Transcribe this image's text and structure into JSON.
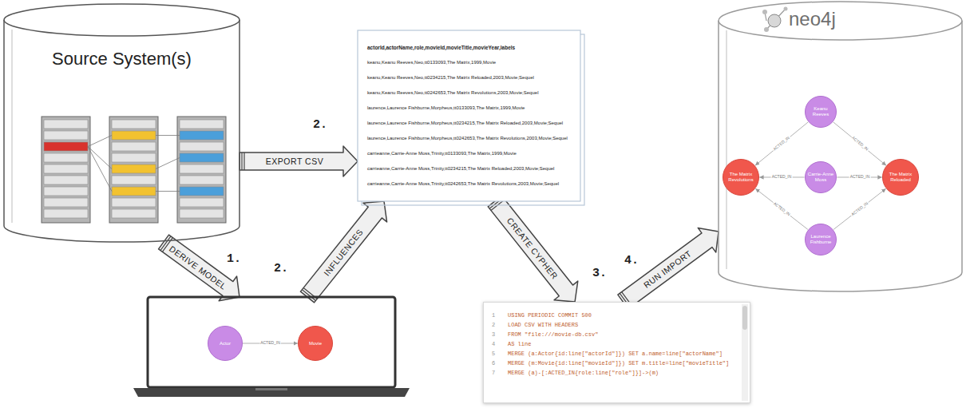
{
  "diagram": {
    "nodes": [
      {
        "text": [
          "Source System(s)"
        ]
      },
      {
        "text": [
          "actorId,actorName,role,movieId,movieTitle,movieYear,labels",
          "keanu,Keanu Reeves,Neo,tt0133093,The Matrix,1999,Movie",
          "keanu,Keanu Reeves,Neo,tt0234215,The Matrix Reloaded,2003,Movie;Sequel",
          "keanu,Keanu Reeves,Neo,tt0242653,The Matrix Revolutions,2003,Movie;Sequel",
          "laurence,Laurence Fishburne,Morpheus,tt0133093,The Matrix,1999,Movie",
          "laurence,Laurence Fishburne,Morpheus,tt0234215,The Matrix Reloaded,2003,Movie;Sequel",
          "laurence,Laurence Fishburne,Morpheus,tt0242653,The Matrix Revolutions,2003,Movie;Sequel",
          "carrieanne,Carrie-Anne Moss,Trinity,tt0133093,The Matrix,1999,Movie",
          "carrieanne,Carrie-Anne Moss,Trinity,tt0234215,The Matrix Reloaded,2003,Movie;Sequel",
          "carrieanne,Carrie-Anne Moss,Trinity,tt0242653,The Matrix Revolutions,2003,Movie;Sequel"
        ]
      },
      {
        "text": []
      },
      {
        "text": [
          "Actor"
        ],
        "in": 2
      },
      {
        "text": [
          "Movie"
        ],
        "in": 2
      },
      {
        "text": [
          "1",
          "USING PERIODIC COMMIT 500",
          "2",
          "LOAD CSV WITH HEADERS",
          "3",
          "FROM \"file:///movie-db.csv\"",
          "4",
          "AS line",
          "5",
          "MERGE (a:Actor{id:line[\"actorId\"]}) SET a.name=line[\"actorName\"]",
          "6",
          "MERGE (m:Movie{id:line[\"movieId\"]}) SET m.title=line[\"movieTitle\"]",
          "7",
          "MERGE (a)-[:ACTED_IN{role:line[\"role\"]}]->(m)"
        ]
      },
      {
        "text": [
          "neo4j"
        ]
      },
      {
        "text": [
          "Keanu Reeves"
        ],
        "in": 6
      },
      {
        "text": [
          "Carrie-Anne Moss"
        ],
        "in": 6
      },
      {
        "text": [
          "Laurence Fishburne"
        ],
        "in": 6
      },
      {
        "text": [
          "The Matrix Revolutions"
        ],
        "in": 6
      },
      {
        "text": [
          "The Matrix Reloaded"
        ],
        "in": 6
      }
    ],
    "edges": [
      {
        "from": 0,
        "to": 1,
        "arrow": "to",
        "label": "EXPORT CSV"
      },
      {
        "from": 0,
        "to": 2,
        "arrow": "to",
        "label": "DERIVE MODEL"
      },
      {
        "from": 2,
        "to": 1,
        "arrow": "to",
        "label": "INFLUENCES"
      },
      {
        "from": 1,
        "to": 5,
        "arrow": "to",
        "label": "CREATE CYPHER"
      },
      {
        "from": 5,
        "to": 6,
        "arrow": "to",
        "label": "RUN IMPORT"
      },
      {
        "from": 3,
        "to": 4,
        "arrow": "to",
        "label": "ACTED_IN"
      },
      {
        "from": 7,
        "to": 10,
        "arrow": "to",
        "label": "ACTED_IN"
      },
      {
        "from": 7,
        "to": 11,
        "arrow": "to",
        "label": "ACTED_IN"
      },
      {
        "from": 8,
        "to": 10,
        "arrow": "to",
        "label": "ACTED_IN"
      },
      {
        "from": 8,
        "to": 11,
        "arrow": "to",
        "label": "ACTED_IN"
      },
      {
        "from": 9,
        "to": 10,
        "arrow": "to",
        "label": "ACTED_IN"
      },
      {
        "from": 9,
        "to": 11,
        "arrow": "to",
        "label": "ACTED_IN"
      }
    ],
    "labels": [
      "2.",
      "1.",
      "2.",
      "3.",
      "4."
    ]
  }
}
